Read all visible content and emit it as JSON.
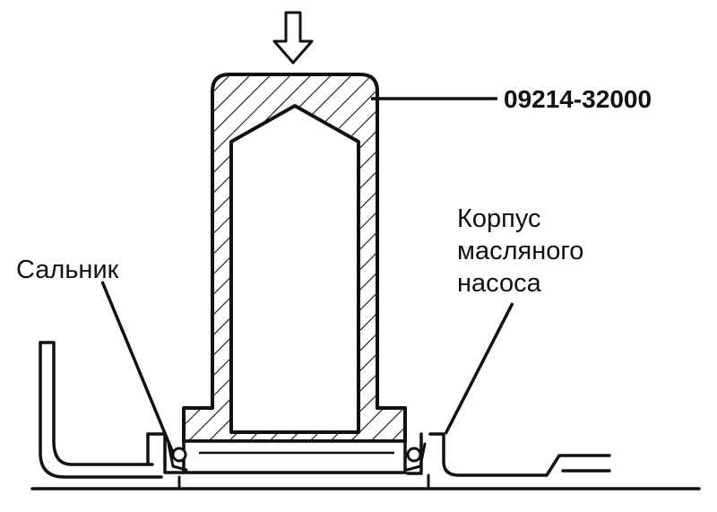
{
  "labels": {
    "part_number": "09214-32000",
    "seal": "Сальник",
    "housing_line1": "Корпус",
    "housing_line2": "масляного",
    "housing_line3": "насоса"
  },
  "icons": {
    "press_direction": "down-arrow-icon"
  },
  "colors": {
    "ink": "#111111",
    "background": "#ffffff"
  }
}
